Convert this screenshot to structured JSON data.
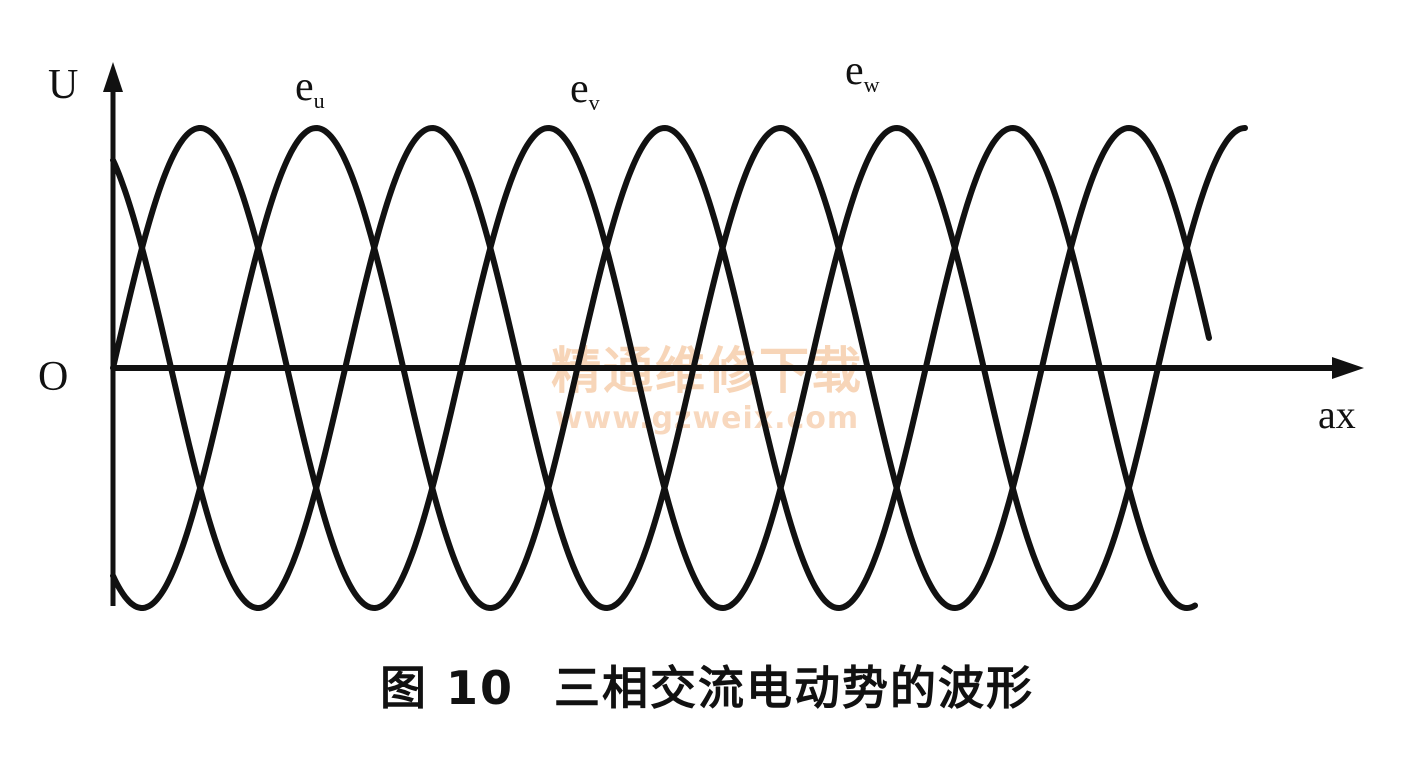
{
  "chart_data": {
    "type": "line",
    "y_axis_label": "U",
    "origin_label": "O",
    "x_axis_label": "ax",
    "series": [
      {
        "name": "e",
        "subscript": "u",
        "phase_deg": 0
      },
      {
        "name": "e",
        "subscript": "v",
        "phase_deg": -120
      },
      {
        "name": "e",
        "subscript": "w",
        "phase_deg": -240
      }
    ],
    "x_range_deg": [
      0,
      1170
    ],
    "amplitude": 1,
    "ylim": [
      -1,
      1
    ],
    "grid": false,
    "stroke_color": "#111111"
  },
  "caption": {
    "number": "图 10",
    "title": "三相交流电动势的波形"
  },
  "watermark": {
    "text": "精通维修下载",
    "url": "www.gzweix.com",
    "color": "#f1b27e"
  }
}
